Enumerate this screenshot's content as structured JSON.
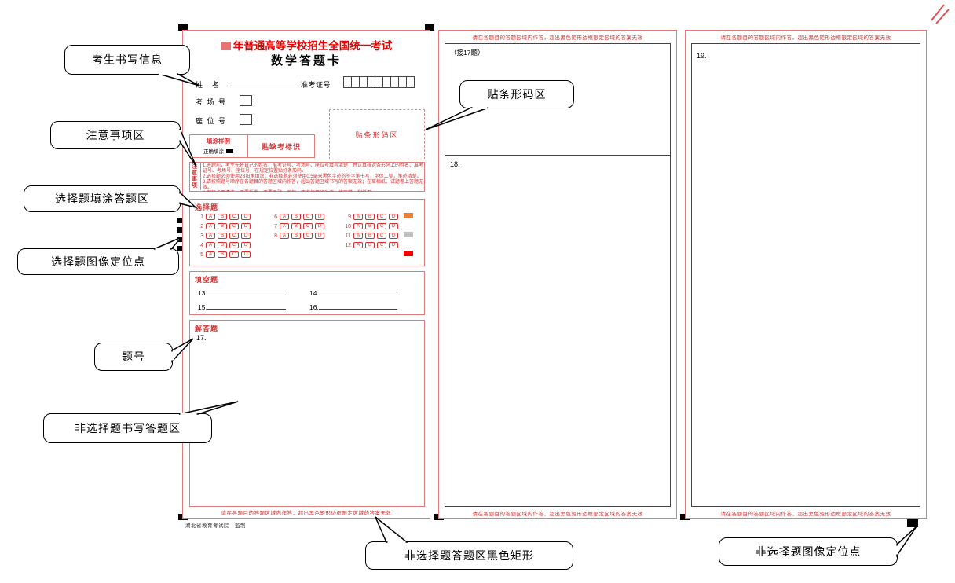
{
  "colors": {
    "red_text": "#d43030",
    "red_border": "#e07b7b",
    "title_red": "#e60000"
  },
  "page": {
    "publisher": "湖北省教育考试院　监制"
  },
  "sheet": {
    "title_line1": "年普通高等学校招生全国统一考试",
    "title_line2": "数学答题卡",
    "fields": {
      "name_label": "姓　名",
      "ticket_label": "准考证号",
      "ticket_boxes": 9,
      "room_label": "考 场 号",
      "seat_label": "座 位 号"
    },
    "sample": {
      "title": "填涂样例",
      "correct_label": "正确填涂",
      "absent_label": "贴缺考标识"
    },
    "barcode_label": "贴条形码区",
    "notice": {
      "label_vertical": "注意事项",
      "items": [
        "1.答题前，考生先将自己的姓名、准考证号、考场号、座位号填写清楚，并认真核对条形码上的姓名、准考证号、考场号、座位号，在规定位置贴好条形码。",
        "2.选择题必须使用2B铅笔填涂；非选择题必须使用0.5毫米黑色字迹的签字笔书写，字体工整，笔迹清楚。",
        "3.请按照题号顺序在各题目的答题区域内作答，超出答题区域书写的答案无效；在草稿纸、试题卷上答题无效。",
        "4.保持卡面清洁，不要折叠、不要弄破、弄皱，不准使用涂改液、修正带、刮纸刀。"
      ]
    },
    "choice": {
      "title": "选择题",
      "options": [
        "A",
        "B",
        "C",
        "D"
      ],
      "columns": [
        [
          1,
          2,
          3,
          4,
          5
        ],
        [
          6,
          7,
          8
        ],
        [
          9,
          10,
          11,
          12
        ]
      ],
      "marks": [
        "#ED7D31",
        "#BFBFBF",
        "#FF0000"
      ]
    },
    "blank": {
      "title": "填空题",
      "items": [
        "13.",
        "14.",
        "15.",
        "16."
      ]
    },
    "essay": {
      "title": "解答题",
      "q17_label": "17.",
      "q17_continued": "（接17题）",
      "q18_label": "18.",
      "q19_label": "19."
    },
    "warning": "请在各题目的答题区域内作答，超出黑色矩形边框限定区域的答案无效"
  },
  "callouts": [
    {
      "label": "考生书写信息"
    },
    {
      "label": "注意事项区"
    },
    {
      "label": "选择题填涂答题区"
    },
    {
      "label": "选择题图像定位点"
    },
    {
      "label": "题号"
    },
    {
      "label": "非选择题书写答题区"
    },
    {
      "label": "贴条形码区"
    },
    {
      "label": "非选择题答题区黑色矩形"
    },
    {
      "label": "非选择题图像定位点"
    }
  ]
}
